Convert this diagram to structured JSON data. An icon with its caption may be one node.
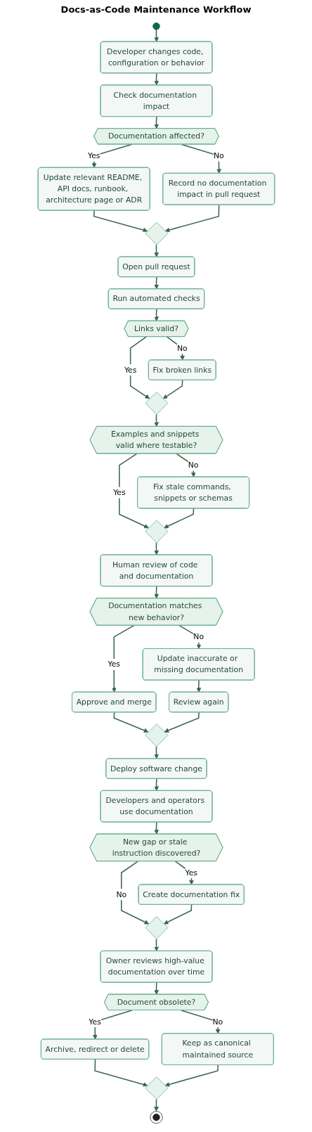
{
  "diagram": {
    "title": "Docs-as-Code Maintenance Workflow",
    "nodes": [
      {
        "text": [],
        "shape": "circle"
      },
      {
        "text": [
          "Developer changes code, configuration or behavior"
        ]
      },
      {
        "text": [
          "Check documentation impact"
        ]
      },
      {
        "text": [
          "Documentation affected?"
        ]
      },
      {
        "text": [
          "Update relevant README, API docs, runbook, architecture page or ADR"
        ]
      },
      {
        "text": [
          "Record no documentation impact in pull request"
        ]
      },
      {
        "text": [],
        "shape": "diamond"
      },
      {
        "text": [
          "Open pull request"
        ]
      },
      {
        "text": [
          "Run automated checks"
        ]
      },
      {
        "text": [
          "Links valid?"
        ]
      },
      {
        "text": [
          "Fix broken links"
        ]
      },
      {
        "text": [],
        "shape": "diamond"
      },
      {
        "text": [
          "Examples and snippets valid where testable?"
        ]
      },
      {
        "text": [
          "Fix stale commands, snippets or schemas"
        ]
      },
      {
        "text": [],
        "shape": "diamond"
      },
      {
        "text": [
          "Human review of code and documentation"
        ]
      },
      {
        "text": [
          "Documentation matches new behavior?"
        ]
      },
      {
        "text": [
          "Approve and merge"
        ]
      },
      {
        "text": [
          "Update inaccurate or missing documentation"
        ]
      },
      {
        "text": [
          "Review again"
        ]
      },
      {
        "text": [],
        "shape": "diamond"
      },
      {
        "text": [
          "Deploy software change"
        ]
      },
      {
        "text": [
          "Developers and operators use documentation"
        ]
      },
      {
        "text": [
          "New gap or stale instruction discovered?"
        ]
      },
      {
        "text": [
          "Create documentation fix"
        ]
      },
      {
        "text": [],
        "shape": "diamond"
      },
      {
        "text": [
          "Owner reviews high-value documentation over time"
        ]
      },
      {
        "text": [
          "Document obsolete?"
        ]
      },
      {
        "text": [
          "Archive, redirect or delete"
        ]
      },
      {
        "text": [
          "Keep as canonical maintained source"
        ]
      },
      {
        "text": [],
        "shape": "diamond"
      },
      {
        "text": [],
        "shape": "circle"
      }
    ],
    "edges": [
      {
        "from": 0,
        "to": 1,
        "arrow": "to"
      },
      {
        "from": 1,
        "to": 2,
        "arrow": "to"
      },
      {
        "from": 2,
        "to": 3,
        "arrow": "to"
      },
      {
        "from": 3,
        "to": 4,
        "arrow": "to",
        "label": "Yes"
      },
      {
        "from": 3,
        "to": 5,
        "arrow": "to",
        "label": "No"
      },
      {
        "from": 4,
        "to": 6,
        "arrow": "to"
      },
      {
        "from": 5,
        "to": 6,
        "arrow": "to"
      },
      {
        "from": 6,
        "to": 7,
        "arrow": "to"
      },
      {
        "from": 7,
        "to": 8,
        "arrow": "to"
      },
      {
        "from": 8,
        "to": 9,
        "arrow": "to"
      },
      {
        "from": 9,
        "to": 10,
        "arrow": "to",
        "label": "No"
      },
      {
        "from": 9,
        "to": 11,
        "arrow": "to",
        "label": "Yes"
      },
      {
        "from": 10,
        "to": 11,
        "arrow": "to"
      },
      {
        "from": 11,
        "to": 12,
        "arrow": "to"
      },
      {
        "from": 12,
        "to": 13,
        "arrow": "to",
        "label": "No"
      },
      {
        "from": 12,
        "to": 14,
        "arrow": "to",
        "label": "Yes"
      },
      {
        "from": 13,
        "to": 14,
        "arrow": "to"
      },
      {
        "from": 14,
        "to": 15,
        "arrow": "to"
      },
      {
        "from": 15,
        "to": 16,
        "arrow": "to"
      },
      {
        "from": 16,
        "to": 17,
        "arrow": "to",
        "label": "Yes"
      },
      {
        "from": 16,
        "to": 18,
        "arrow": "to",
        "label": "No"
      },
      {
        "from": 18,
        "to": 19,
        "arrow": "to"
      },
      {
        "from": 17,
        "to": 20,
        "arrow": "to"
      },
      {
        "from": 19,
        "to": 20,
        "arrow": "to"
      },
      {
        "from": 20,
        "to": 21,
        "arrow": "to"
      },
      {
        "from": 21,
        "to": 22,
        "arrow": "to"
      },
      {
        "from": 22,
        "to": 23,
        "arrow": "to"
      },
      {
        "from": 23,
        "to": 24,
        "arrow": "to",
        "label": "Yes"
      },
      {
        "from": 23,
        "to": 25,
        "arrow": "to",
        "label": "No"
      },
      {
        "from": 24,
        "to": 25,
        "arrow": "to"
      },
      {
        "from": 25,
        "to": 26,
        "arrow": "to"
      },
      {
        "from": 26,
        "to": 27,
        "arrow": "to"
      },
      {
        "from": 27,
        "to": 28,
        "arrow": "to",
        "label": "Yes"
      },
      {
        "from": 27,
        "to": 29,
        "arrow": "to",
        "label": "No"
      },
      {
        "from": 28,
        "to": 30,
        "arrow": "to"
      },
      {
        "from": 29,
        "to": 30,
        "arrow": "to"
      },
      {
        "from": 30,
        "to": 31,
        "arrow": "to"
      }
    ]
  }
}
